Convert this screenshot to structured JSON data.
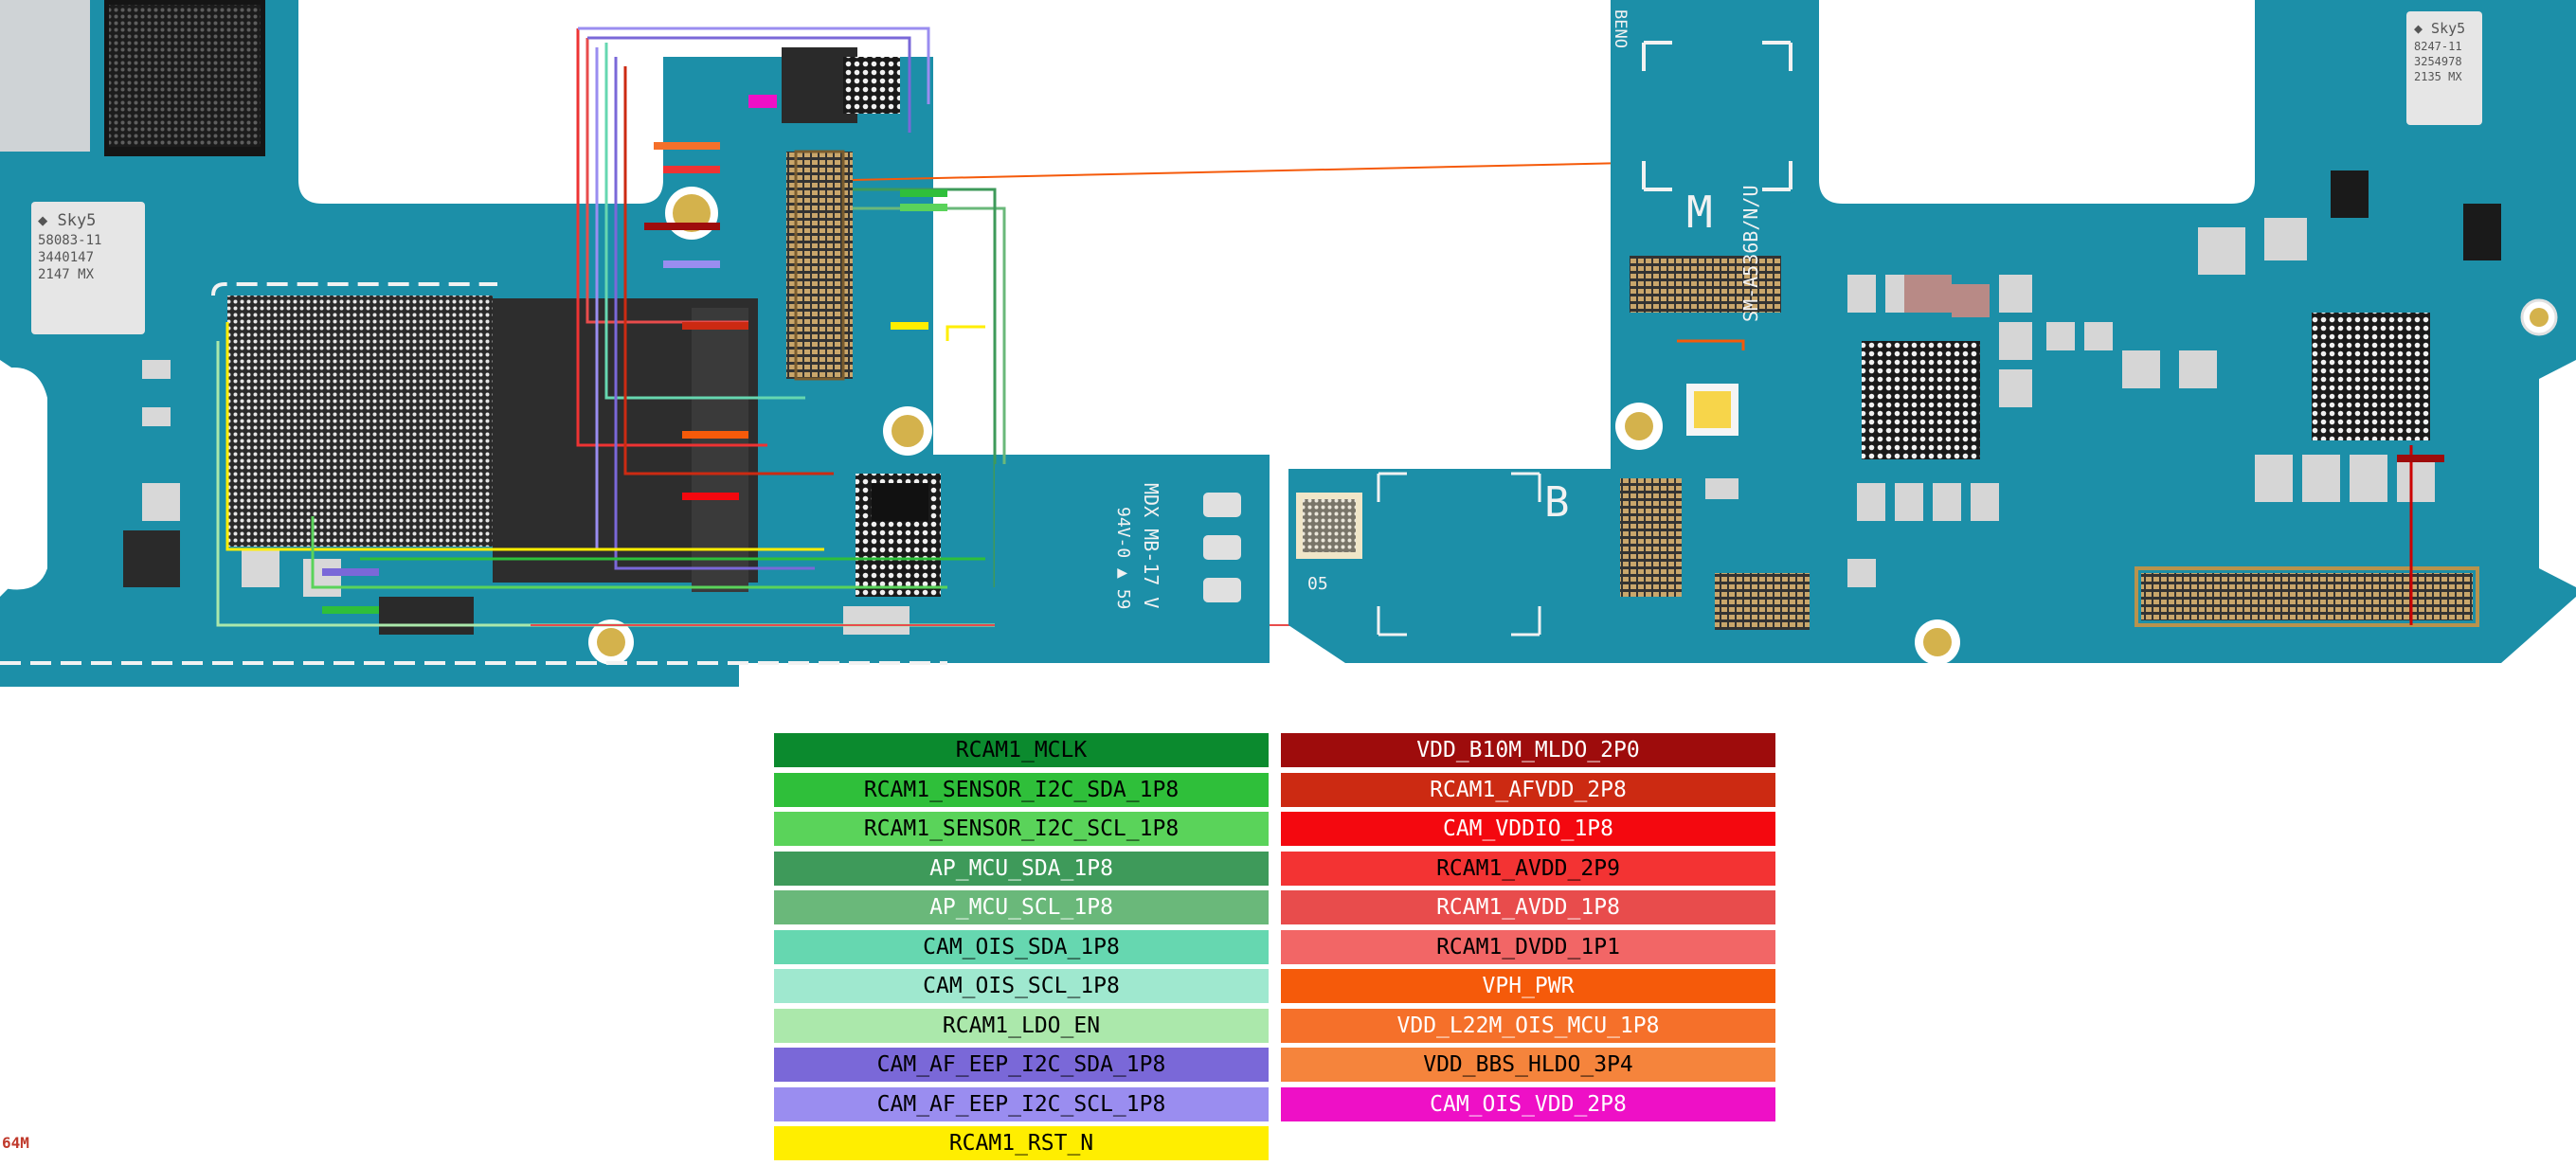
{
  "board": {
    "markings": {
      "left_chip_label": "Sky5\n58083-11\n3440147\n2147 MX",
      "right_chip_label": "Sky5\n8247-11\n3254978\n2135 MX",
      "board_mark_left": "MDX MB-17 V\n94V-0 ▲ 59",
      "board_mark_right": "SM-A536B/N/U",
      "corner_m": "M",
      "corner_b": "B",
      "small_05": "05",
      "beno": "BENO"
    },
    "colors": {
      "pcb": "#1c8fa8",
      "pcb_dark": "#126f85",
      "silk": "#f2f2f2"
    }
  },
  "legend_left": [
    {
      "label": "RCAM1_MCLK",
      "bg": "#0b8a2e",
      "fg": "#000000"
    },
    {
      "label": "RCAM1_SENSOR_I2C_SDA_1P8",
      "bg": "#2fbf3a",
      "fg": "#000000"
    },
    {
      "label": "RCAM1_SENSOR_I2C_SCL_1P8",
      "bg": "#5ad35a",
      "fg": "#000000"
    },
    {
      "label": "AP_MCU_SDA_1P8",
      "bg": "#3e9a5a",
      "fg": "#ffffff"
    },
    {
      "label": "AP_MCU_SCL_1P8",
      "bg": "#6ab87a",
      "fg": "#ffffff"
    },
    {
      "label": "CAM_OIS_SDA_1P8",
      "bg": "#66d7b0",
      "fg": "#000000"
    },
    {
      "label": "CAM_OIS_SCL_1P8",
      "bg": "#9fe8cf",
      "fg": "#000000"
    },
    {
      "label": "RCAM1_LDO_EN",
      "bg": "#abe8ab",
      "fg": "#000000"
    },
    {
      "label": "CAM_AF_EEP_I2C_SDA_1P8",
      "bg": "#7a68d8",
      "fg": "#000000"
    },
    {
      "label": "CAM_AF_EEP_I2C_SCL_1P8",
      "bg": "#9a8df0",
      "fg": "#000000"
    },
    {
      "label": "RCAM1_RST_N",
      "bg": "#ffee00",
      "fg": "#000000"
    }
  ],
  "legend_right": [
    {
      "label": "VDD_B10M_MLDO_2P0",
      "bg": "#9e0c0c",
      "fg": "#ffffff"
    },
    {
      "label": "RCAM1_AFVDD_2P8",
      "bg": "#cc2a12",
      "fg": "#ffffff"
    },
    {
      "label": "CAM_VDDIO_1P8",
      "bg": "#f4080f",
      "fg": "#ffffff"
    },
    {
      "label": "RCAM1_AVDD_2P9",
      "bg": "#f33333",
      "fg": "#000000"
    },
    {
      "label": "RCAM1_AVDD_1P8",
      "bg": "#e84c4c",
      "fg": "#ffffff"
    },
    {
      "label": "RCAM1_DVDD_1P1",
      "bg": "#f26666",
      "fg": "#000000"
    },
    {
      "label": "VPH_PWR",
      "bg": "#f55a0a",
      "fg": "#ffffff"
    },
    {
      "label": "VDD_L22M_OIS_MCU_1P8",
      "bg": "#f5702a",
      "fg": "#ffffff"
    },
    {
      "label": "VDD_BBS_HLDO_3P4",
      "bg": "#f5843c",
      "fg": "#000000"
    },
    {
      "label": "CAM_OIS_VDD_2P8",
      "bg": "#ee10c6",
      "fg": "#ffffff"
    }
  ],
  "corner_tag": "64M"
}
